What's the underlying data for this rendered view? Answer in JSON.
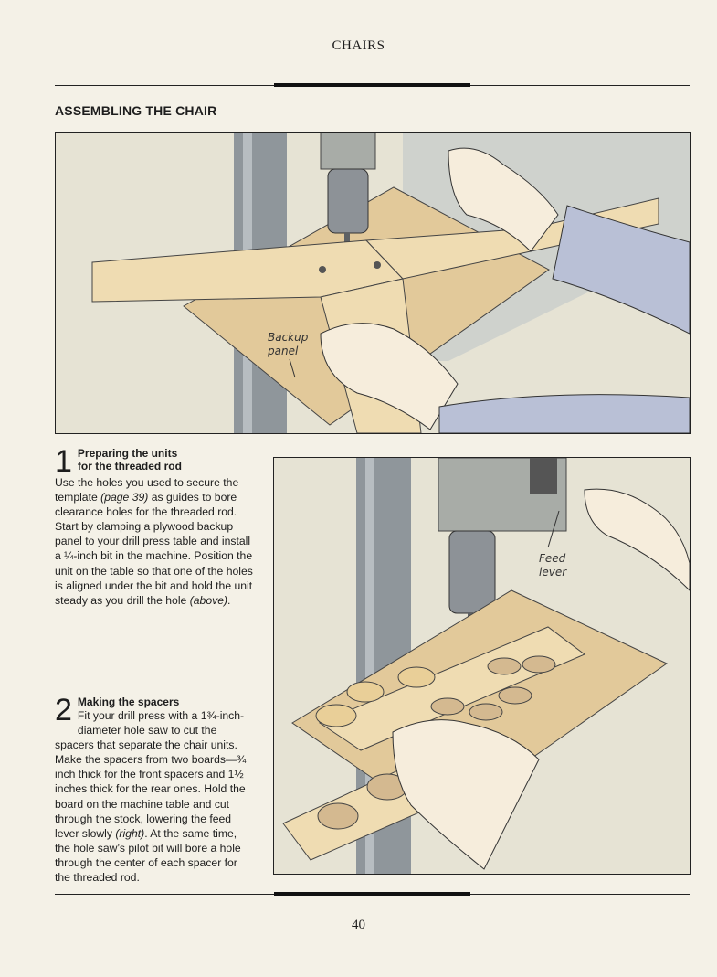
{
  "header": {
    "running_head": "CHAIRS"
  },
  "section": {
    "title": "ASSEMBLING THE CHAIR"
  },
  "figures": {
    "top": {
      "label": "Backup panel"
    },
    "right": {
      "label": "Feed lever"
    }
  },
  "steps": [
    {
      "number": "1",
      "heading_line1": "Preparing the units",
      "heading_line2": "for the threaded rod",
      "body_parts": [
        "Use the holes you used to secure the template ",
        "(page 39)",
        " as guides to bore clearance holes for the threaded rod. Start by clamping a plywood backup panel to your drill press table and install a ¼-inch bit in the machine. Position the unit on the table so that one of the holes is aligned under the bit and hold the unit steady as you drill the hole ",
        "(above)",
        "."
      ]
    },
    {
      "number": "2",
      "heading_line1": "Making the spacers",
      "body_parts": [
        "Fit your drill press with a 1¾-inch-diameter hole saw to cut the spacers that separate the chair units. Make the spacers from two boards—¾ inch thick for the front spacers and 1½ inches thick for the rear ones. Hold the board on the machine table and cut through the stock, lowering the feed lever slowly ",
        "(right)",
        ". At the same time, the hole saw’s pilot bit will bore a hole through the center of each spacer for the threaded rod."
      ]
    }
  ],
  "footer": {
    "page_number": "40"
  }
}
